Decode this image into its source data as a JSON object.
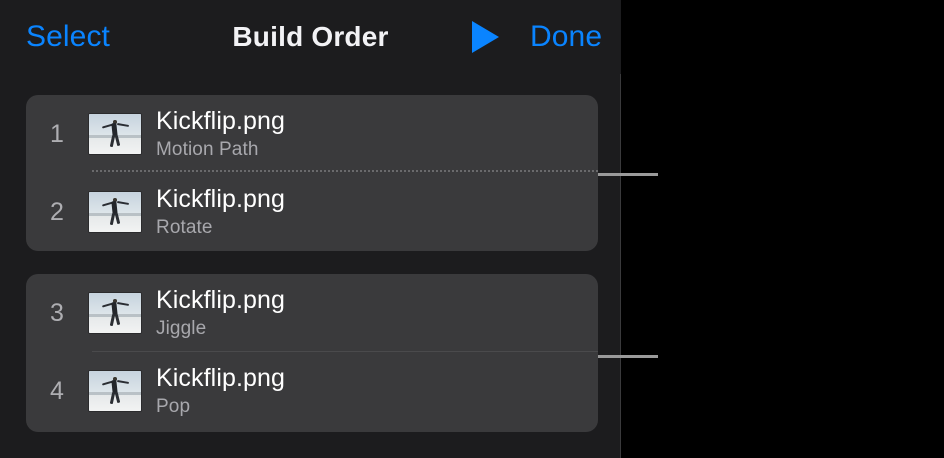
{
  "window": {
    "background_color": "#000000",
    "panel_color": "#1c1c1e",
    "accent_color": "#0a84ff",
    "card_color": "#3a3a3c"
  },
  "header": {
    "select_label": "Select",
    "title": "Build Order",
    "play_icon": "play-triangle-icon",
    "done_label": "Done"
  },
  "groups": [
    {
      "separator_style": "dotted",
      "rows": [
        {
          "index": "1",
          "title": "Kickflip.png",
          "subtitle": "Motion Path",
          "thumbnail": "beach-jump-photo-thumbnail"
        },
        {
          "index": "2",
          "title": "Kickflip.png",
          "subtitle": "Rotate",
          "thumbnail": "beach-jump-photo-thumbnail"
        }
      ]
    },
    {
      "separator_style": "solid",
      "rows": [
        {
          "index": "3",
          "title": "Kickflip.png",
          "subtitle": "Jiggle",
          "thumbnail": "beach-jump-photo-thumbnail"
        },
        {
          "index": "4",
          "title": "Kickflip.png",
          "subtitle": "Pop",
          "thumbnail": "beach-jump-photo-thumbnail"
        }
      ]
    }
  ],
  "callouts": [
    {
      "name": "leader-line-build-group-one"
    },
    {
      "name": "leader-line-build-group-two"
    }
  ]
}
